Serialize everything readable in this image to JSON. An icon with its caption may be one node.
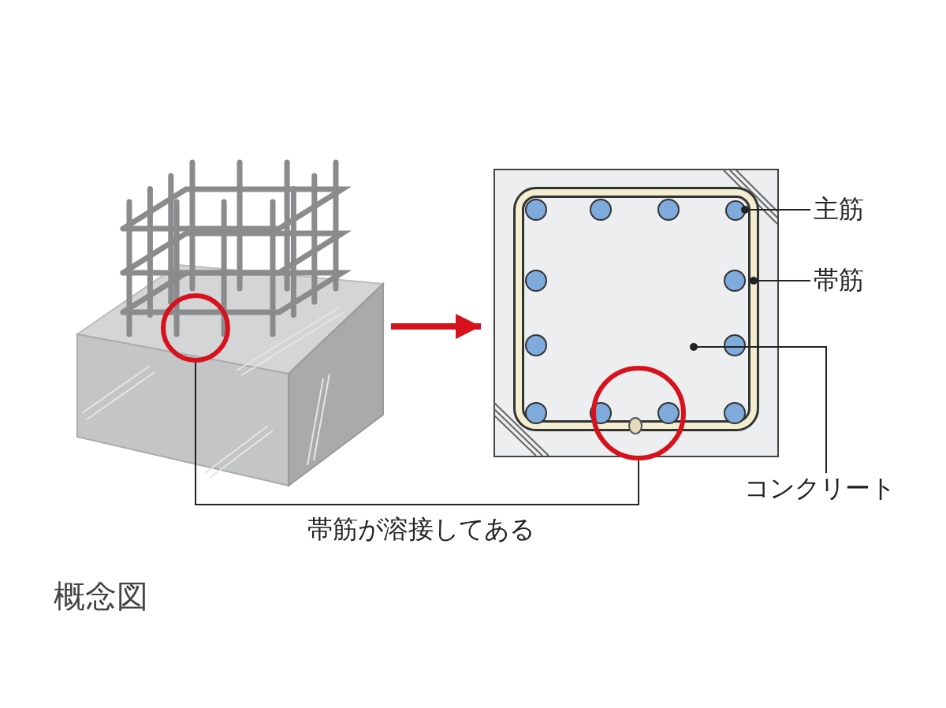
{
  "diagram": {
    "nodes": [
      {
        "text": [],
        "shape": "picture"
      },
      {
        "text": [],
        "shape": "circle",
        "in": 0
      },
      {
        "text": [],
        "shape": "picture"
      },
      {
        "text": [],
        "shape": "circle",
        "in": 2
      },
      {
        "text": [],
        "shape": "circle",
        "in": 2
      },
      {
        "text": [
          "主筋"
        ]
      },
      {
        "text": [
          "帯筋"
        ]
      },
      {
        "text": [
          "コンクリート"
        ]
      },
      {
        "text": [
          "帯筋が溶接してある"
        ]
      }
    ],
    "edges": [
      {
        "from": 0,
        "to": 2,
        "arrow": "to",
        "style": "thick",
        "color": "#d7121c"
      },
      {
        "from": 8,
        "to": 1,
        "arrow": "none"
      },
      {
        "from": 8,
        "to": 3,
        "arrow": "none"
      },
      {
        "from": 5,
        "to": 4,
        "arrow": "other"
      },
      {
        "from": 6,
        "to": 2,
        "arrow": "other"
      },
      {
        "from": 7,
        "to": 2,
        "arrow": "other"
      }
    ],
    "labels": [
      "概念図"
    ]
  }
}
